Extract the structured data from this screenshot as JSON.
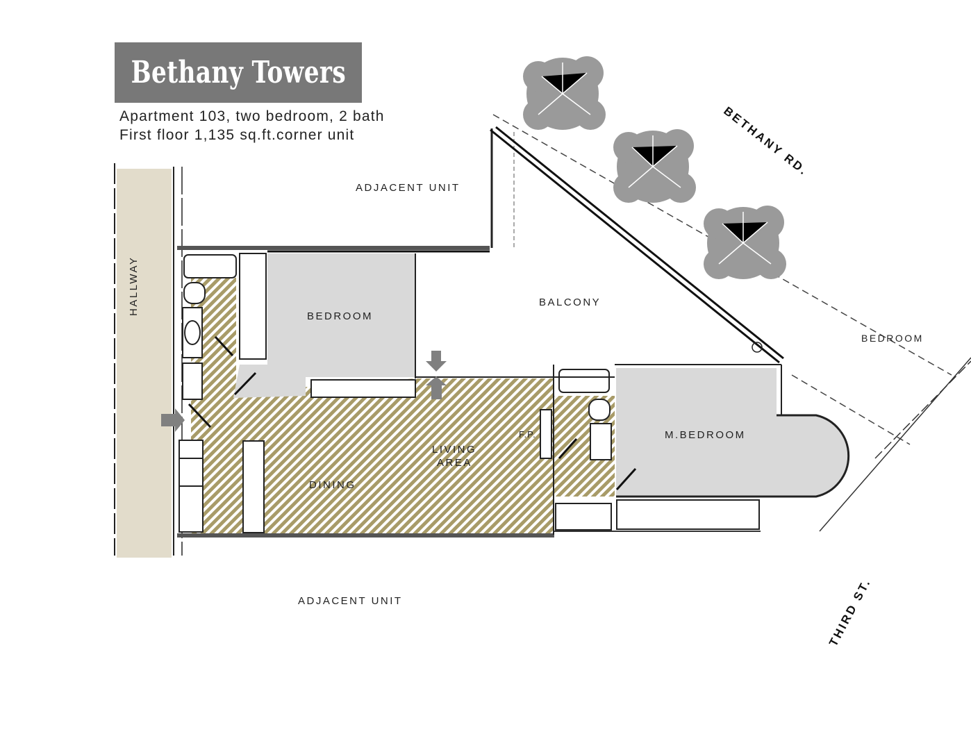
{
  "title": "Bethany Towers",
  "subtitle": {
    "line1": "Apartment 103, two bedroom, 2 bath",
    "line2": "First floor 1,135 sq.ft.corner unit"
  },
  "rooms": {
    "hallway": "HALLWAY",
    "adjacent_top": "ADJACENT UNIT",
    "adjacent_bottom": "ADJACENT UNIT",
    "bedroom": "BEDROOM",
    "balcony": "BALCONY",
    "bedroom_right": "BEDROOM",
    "master_bedroom": "M.BEDROOM",
    "fireplace": "F.P.",
    "living_line1": "LIVING",
    "living_line2": "AREA",
    "dining": "DINING"
  },
  "streets": {
    "bethany": "BETHANY RD.",
    "third": "THIRD ST."
  },
  "colors": {
    "title_bg": "#787878",
    "hallway": "#E2DCCB",
    "hatch": "#A89B68",
    "room_fill": "#D9D9D9",
    "tree": "#9A9A9A"
  }
}
